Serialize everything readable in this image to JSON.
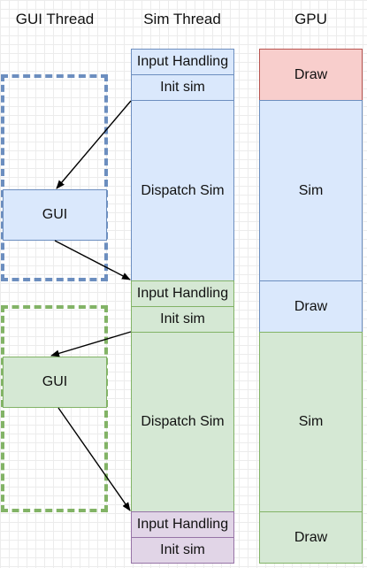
{
  "headers": {
    "gui": "GUI Thread",
    "sim": "Sim Thread",
    "gpu": "GPU"
  },
  "gui_thread": {
    "frame1": {
      "label": "GUI",
      "color": "#dae8fc",
      "border": "#6c8ebf"
    },
    "frame2": {
      "label": "GUI",
      "color": "#d5e8d4",
      "border": "#82b366"
    }
  },
  "sim_thread": {
    "frame1": {
      "input": "Input Handling",
      "init": "Init sim",
      "dispatch": "Dispatch Sim"
    },
    "frame2": {
      "input": "Input Handling",
      "init": "Init sim",
      "dispatch": "Dispatch Sim"
    },
    "frame3": {
      "input": "Input Handling",
      "init": "Init sim"
    }
  },
  "gpu": {
    "draw1": "Draw",
    "sim1": "Sim",
    "draw2": "Draw",
    "sim2": "Sim",
    "draw3": "Draw"
  },
  "colors": {
    "frame1": "#dae8fc",
    "frame2": "#d5e8d4",
    "frame3": "#e1d5e7",
    "previous": "#f8cecc",
    "arrow": "#000000"
  }
}
